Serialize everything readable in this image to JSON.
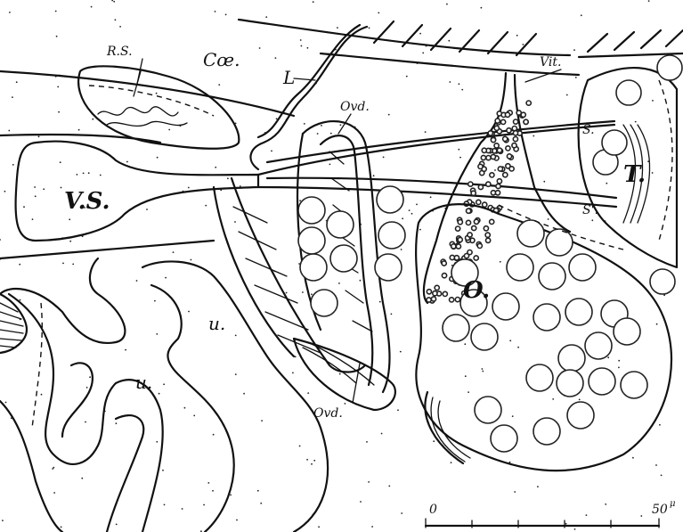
{
  "figure": {
    "labels": {
      "receptaculum_seminis": "R.S.",
      "coelom": "Cœ.",
      "lumen": "L",
      "vitellarium": "Vit.",
      "oviduct_upper": "Ovd.",
      "sperm_upper": "S.",
      "sperm_lower": "S'.",
      "testis": "T.",
      "vesicula_seminalis": "V.S.",
      "ovary": "O.",
      "uterus_upper": "u.",
      "uterus_lower": "u.",
      "oviduct_lower": "Ovd."
    },
    "scale_bar": {
      "start_label": "0",
      "end_label": "50",
      "unit": "μ"
    }
  }
}
